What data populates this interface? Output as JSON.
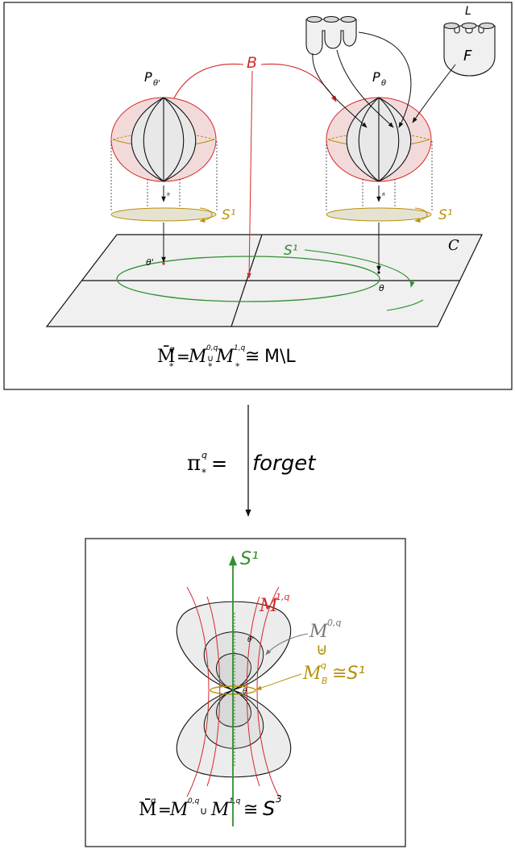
{
  "colors": {
    "red": "#d62828",
    "gold": "#b8900a",
    "green": "#2f8f2f",
    "gray": "#777777",
    "fill": "#eeeeee",
    "pink": "#f3dada"
  },
  "top": {
    "label_B": "B",
    "label_P_left": "P",
    "label_P_left_sub": "θ'",
    "label_P_right": "P",
    "label_P_right_sub": "θ",
    "label_L": "L",
    "label_F": "F",
    "pi_small_left": "π",
    "pi_small_right": "π",
    "S1_left": "S¹",
    "S1_right": "S¹",
    "S1_plane": "S¹",
    "label_C": "C",
    "theta_prime": "θ'",
    "theta": "θ",
    "formula": {
      "lhs": "M̄",
      "lhs_sup": "q",
      "lhs_sub": "*",
      "eq": "=",
      "m1": "M",
      "m1_sup": "0,q",
      "m1_sub": "*",
      "union": "∪",
      "m2": "M",
      "m2_sup": "1,q",
      "m2_sub": "*",
      "cong": "≅",
      "rhs": "M\\L"
    }
  },
  "arrow": {
    "pi": "π",
    "pi_sup": "q",
    "pi_sub": "*",
    "eq": "=",
    "forget": "forget"
  },
  "bottom": {
    "S1_axis": "S¹",
    "M1q": "M",
    "M1q_sup": "1,q",
    "M0q": "M",
    "M0q_sup": "0,q",
    "disj_union": "⊎",
    "MBq": "M",
    "MBq_sup": "q",
    "MBq_sub": "B",
    "MBq_rest": "≅S¹",
    "theta_prime": "θ'",
    "theta": "θ",
    "formula": {
      "lhs": "M̄",
      "lhs_sup": "q",
      "eq": "=",
      "m0": "M",
      "m0_sup": "0,q",
      "union": "∪",
      "m1": "M",
      "m1_sup": "1,q",
      "cong": "≅",
      "rhs": "S",
      "rhs_sup": "3"
    }
  }
}
